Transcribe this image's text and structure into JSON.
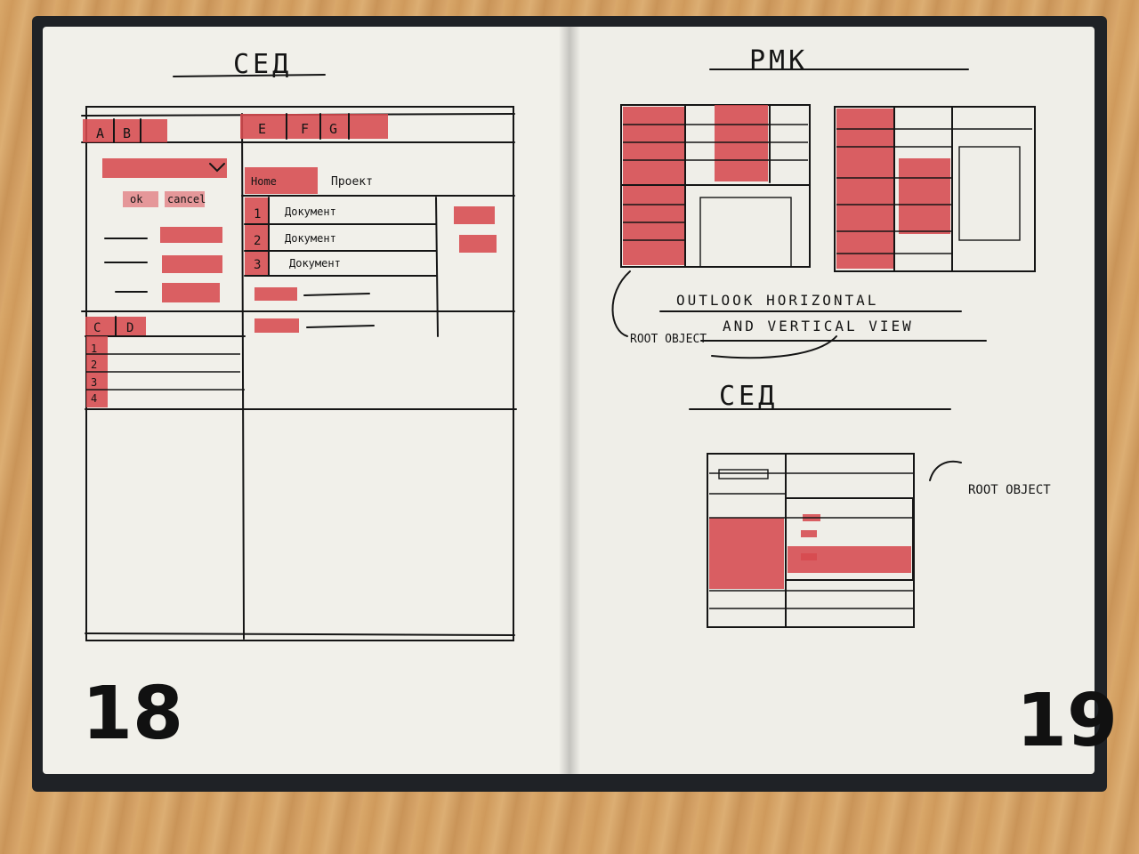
{
  "left_page": {
    "title": "CEД",
    "tabs_top_left": [
      "A",
      "B"
    ],
    "tabs_top_right": [
      "E",
      "F",
      "G"
    ],
    "tabs_mid_left": [
      "C",
      "D"
    ],
    "small_buttons": [
      "ok",
      "cancel"
    ],
    "tree_numbers": [
      "1",
      "2",
      "3",
      "4"
    ],
    "toolbar_tabs": [
      "Home",
      "Проект"
    ],
    "doc_rows": [
      {
        "num": "1",
        "label": "Документ"
      },
      {
        "num": "2",
        "label": "Документ"
      },
      {
        "num": "3",
        "label": "Документ"
      }
    ],
    "page_number": "18"
  },
  "right_page": {
    "title_top": "PMK",
    "caption_line1": "OUTLOOK HORIZONTAL",
    "caption_line2": "AND VERTICAL VIEW",
    "root_object_label_1": "ROOT OBJECT",
    "title_bottom": "CEД",
    "root_object_label_2": "ROOT OBJECT",
    "page_number": "19"
  },
  "colors": {
    "ink": "#151515",
    "marker_red": "#d64a4f",
    "paper": "#f1f0ea",
    "desk_wood": "#d9a86a"
  }
}
